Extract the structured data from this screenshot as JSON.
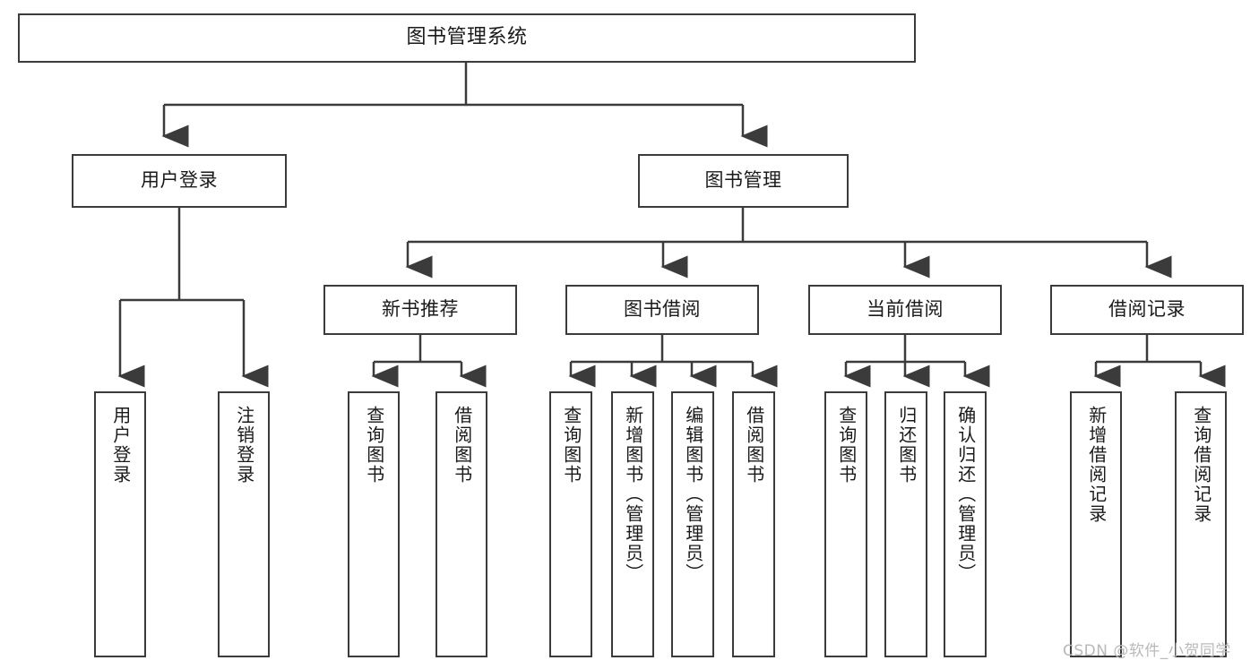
{
  "diagram": {
    "title": "图书管理系统",
    "type": "tree-hierarchy-chart",
    "watermark": "CSDN @软件_小贺同学",
    "colors": {
      "background": "#ffffff",
      "node_border": "#3b3b3b",
      "node_fill": "#ffffff",
      "edge": "#3b3b3b",
      "text": "#1a1a1a",
      "watermark": "#b9b9b9"
    }
  },
  "nodes": {
    "root": {
      "label": "图书管理系统"
    },
    "level1": [
      {
        "id": "user-login",
        "label": "用户登录"
      },
      {
        "id": "book-manage",
        "label": "图书管理"
      }
    ],
    "level2": [
      {
        "id": "new-book-rec",
        "label": "新书推荐"
      },
      {
        "id": "book-borrow",
        "label": "图书借阅"
      },
      {
        "id": "current-borrow",
        "label": "当前借阅"
      },
      {
        "id": "borrow-record",
        "label": "借阅记录"
      }
    ],
    "leaves": {
      "user_login": [
        {
          "id": "leaf-user-login",
          "label": "用户登录"
        },
        {
          "id": "leaf-user-logout",
          "label": "注销登录"
        }
      ],
      "new_book_rec": [
        {
          "id": "leaf-query-book-1",
          "label": "查询图书"
        },
        {
          "id": "leaf-borrow-book-1",
          "label": "借阅图书"
        }
      ],
      "book_borrow": [
        {
          "id": "leaf-query-book-2",
          "label": "查询图书"
        },
        {
          "id": "leaf-add-book",
          "label": "新增图书（管理员）"
        },
        {
          "id": "leaf-edit-book",
          "label": "编辑图书（管理员）"
        },
        {
          "id": "leaf-borrow-book-2",
          "label": "借阅图书"
        }
      ],
      "current_borrow": [
        {
          "id": "leaf-query-book-3",
          "label": "查询图书"
        },
        {
          "id": "leaf-return-book",
          "label": "归还图书"
        },
        {
          "id": "leaf-confirm-return",
          "label": "确认归还（管理员）"
        }
      ],
      "borrow_record": [
        {
          "id": "leaf-add-record",
          "label": "新增借阅记录"
        },
        {
          "id": "leaf-query-record",
          "label": "查询借阅记录"
        }
      ]
    }
  }
}
